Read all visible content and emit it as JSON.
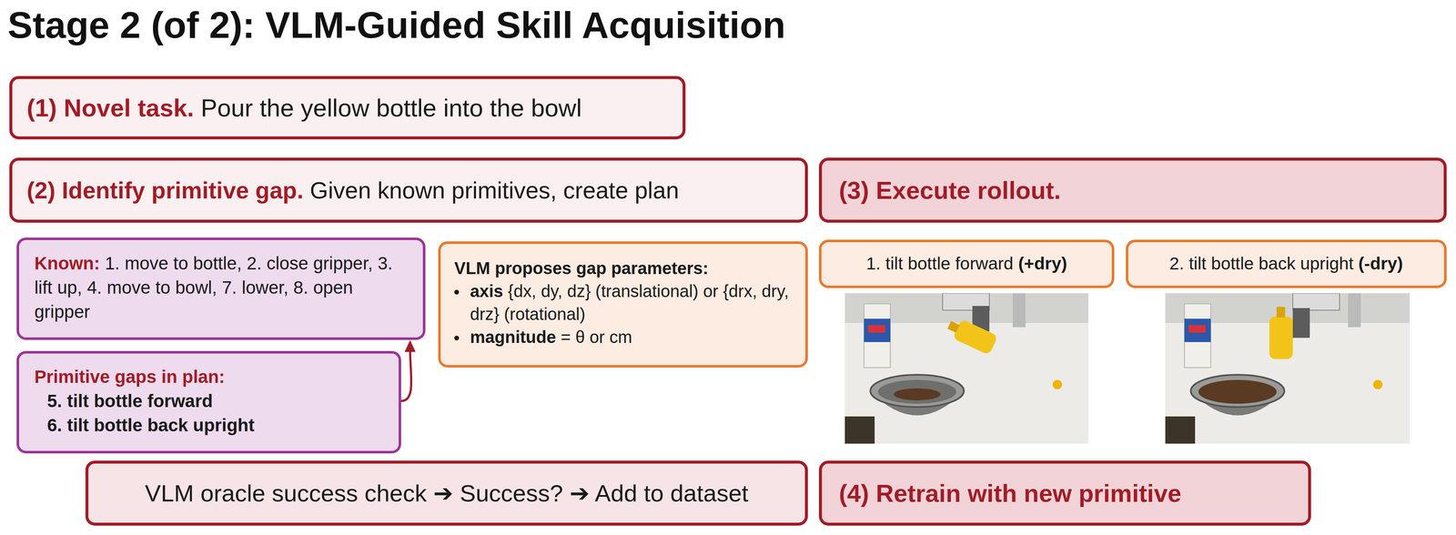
{
  "diagram": {
    "title": "Stage 2 (of 2): VLM-Guided Skill Acquisition",
    "nodes": [
      {
        "text": [
          "(1) Novel task.",
          "Pour the yellow bottle into the bowl"
        ]
      },
      {
        "text": [
          "(2) Identify primitive gap.",
          "Given known primitives, create plan"
        ]
      },
      {
        "text": [
          "(3) Execute rollout."
        ]
      },
      {
        "text": [
          "Known:",
          "1. move to bottle, 2. close gripper, 3. lift up, 4. move to bowl, 7. lower, 8. open gripper"
        ]
      },
      {
        "text": [
          "Primitive gaps in plan:",
          "5. tilt bottle forward",
          "6. tilt bottle back upright"
        ]
      },
      {
        "text": [
          "VLM proposes gap parameters:",
          "axis",
          "{dx, dy, dz} (translational) or {drx, dry, drz} (rotational)",
          "magnitude",
          "= θ or cm"
        ]
      },
      {
        "text": [
          "1. tilt bottle forward",
          "(+dry)"
        ]
      },
      {
        "text": [
          "2. tilt bottle back upright",
          "(-dry)"
        ]
      },
      {
        "text": [
          "VLM oracle success check ➔ Success? ➔ Add to dataset"
        ]
      },
      {
        "text": [
          "(4) Retrain with new primitive"
        ]
      }
    ],
    "edges": [
      {
        "from": 4,
        "to": 3,
        "arrow": "to"
      }
    ]
  }
}
